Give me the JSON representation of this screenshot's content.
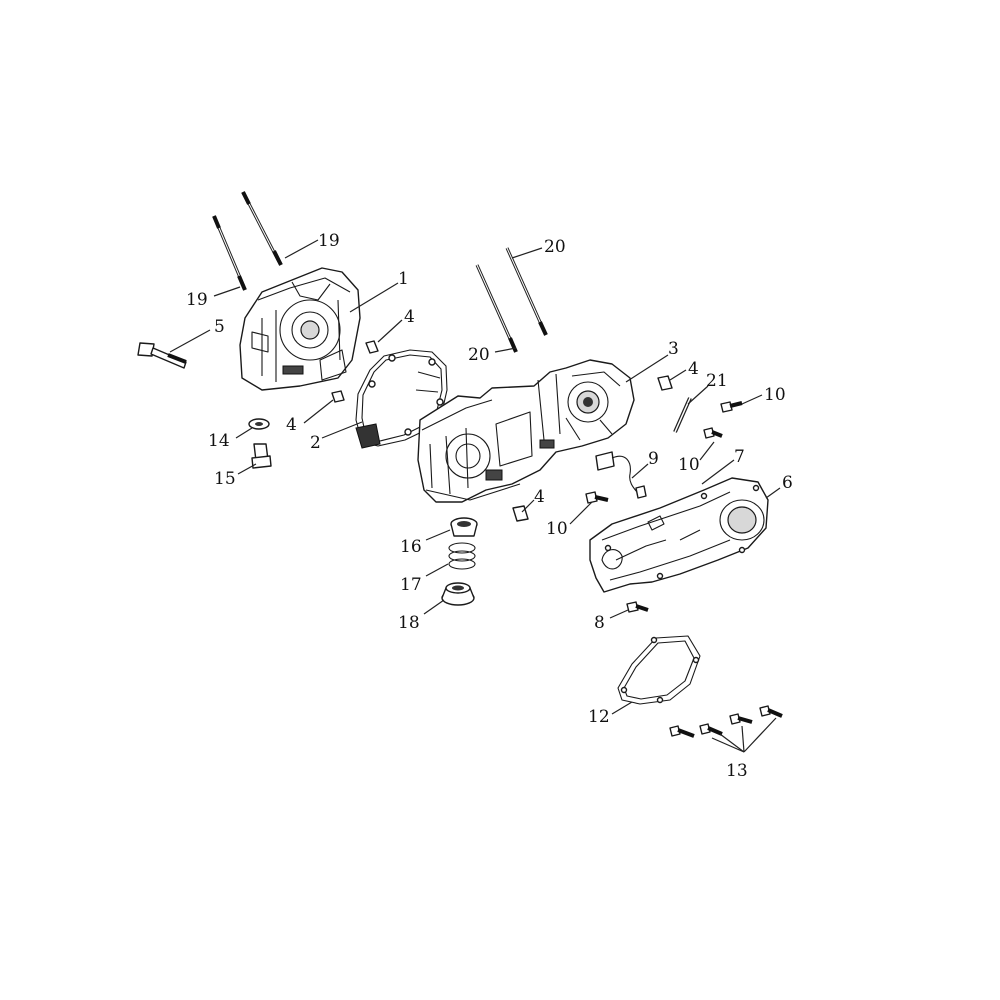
{
  "diagram": {
    "callouts": [
      {
        "id": "c1",
        "text": "1"
      },
      {
        "id": "c2",
        "text": "2"
      },
      {
        "id": "c3",
        "text": "3"
      },
      {
        "id": "c4a",
        "text": "4"
      },
      {
        "id": "c4b",
        "text": "4"
      },
      {
        "id": "c4c",
        "text": "4"
      },
      {
        "id": "c4d",
        "text": "4"
      },
      {
        "id": "c5",
        "text": "5"
      },
      {
        "id": "c6",
        "text": "6"
      },
      {
        "id": "c7",
        "text": "7"
      },
      {
        "id": "c8",
        "text": "8"
      },
      {
        "id": "c9",
        "text": "9"
      },
      {
        "id": "c10a",
        "text": "10"
      },
      {
        "id": "c10b",
        "text": "10"
      },
      {
        "id": "c10c",
        "text": "10"
      },
      {
        "id": "c12",
        "text": "12"
      },
      {
        "id": "c13",
        "text": "13"
      },
      {
        "id": "c14",
        "text": "14"
      },
      {
        "id": "c15",
        "text": "15"
      },
      {
        "id": "c16",
        "text": "16"
      },
      {
        "id": "c17",
        "text": "17"
      },
      {
        "id": "c18",
        "text": "18"
      },
      {
        "id": "c19a",
        "text": "19"
      },
      {
        "id": "c19b",
        "text": "19"
      },
      {
        "id": "c20a",
        "text": "20"
      },
      {
        "id": "c20b",
        "text": "20"
      },
      {
        "id": "c21",
        "text": "21"
      }
    ]
  }
}
